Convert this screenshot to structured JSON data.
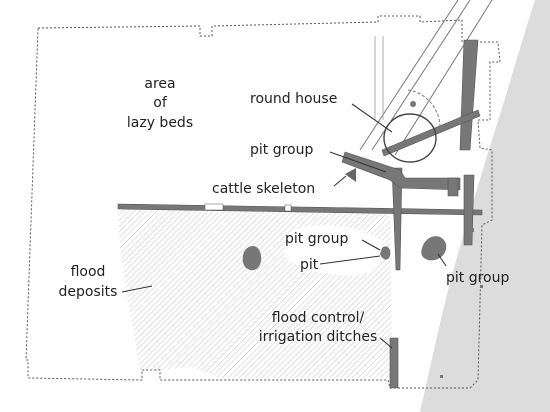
{
  "labels": {
    "area_of_lazy_beds": [
      "area",
      "of",
      "lazy beds"
    ],
    "round_house": "round house",
    "pit_group_north": "pit group",
    "cattle_skeleton": "cattle skeleton",
    "pit_group_central": "pit group",
    "pit": "pit",
    "pit_group_east": "pit group",
    "flood_deposits": [
      "flood",
      "deposits"
    ],
    "flood_control": [
      "flood control/",
      "irrigation ditches"
    ]
  },
  "colors": {
    "ditch_fill": "#777777",
    "boundary": "#555555",
    "hatch": "#bdbdbd",
    "river_band": "#dcdcdc",
    "text": "#222222"
  }
}
